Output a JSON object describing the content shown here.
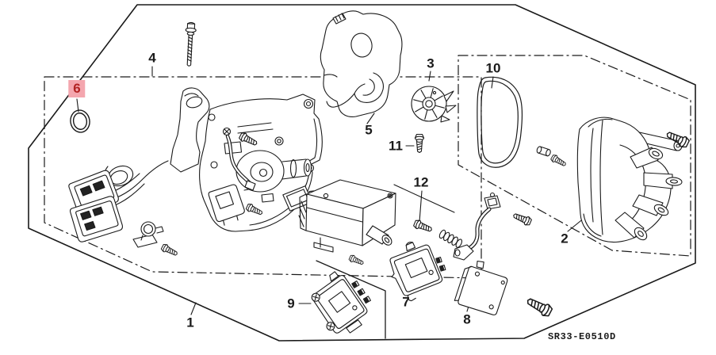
{
  "code": "SR33-E0510D",
  "labels": {
    "l1": "1",
    "l2": "2",
    "l3": "3",
    "l4": "4",
    "l5": "5",
    "l6": "6",
    "l7": "7",
    "l8": "8",
    "l9": "9",
    "l10": "10",
    "l11": "11",
    "l12": "12"
  },
  "highlighted_label": "6",
  "colors": {
    "line": "#1a1a1a",
    "background": "#ffffff",
    "highlight_bg": "#F4A6AE",
    "highlight_text": "#B22222"
  }
}
